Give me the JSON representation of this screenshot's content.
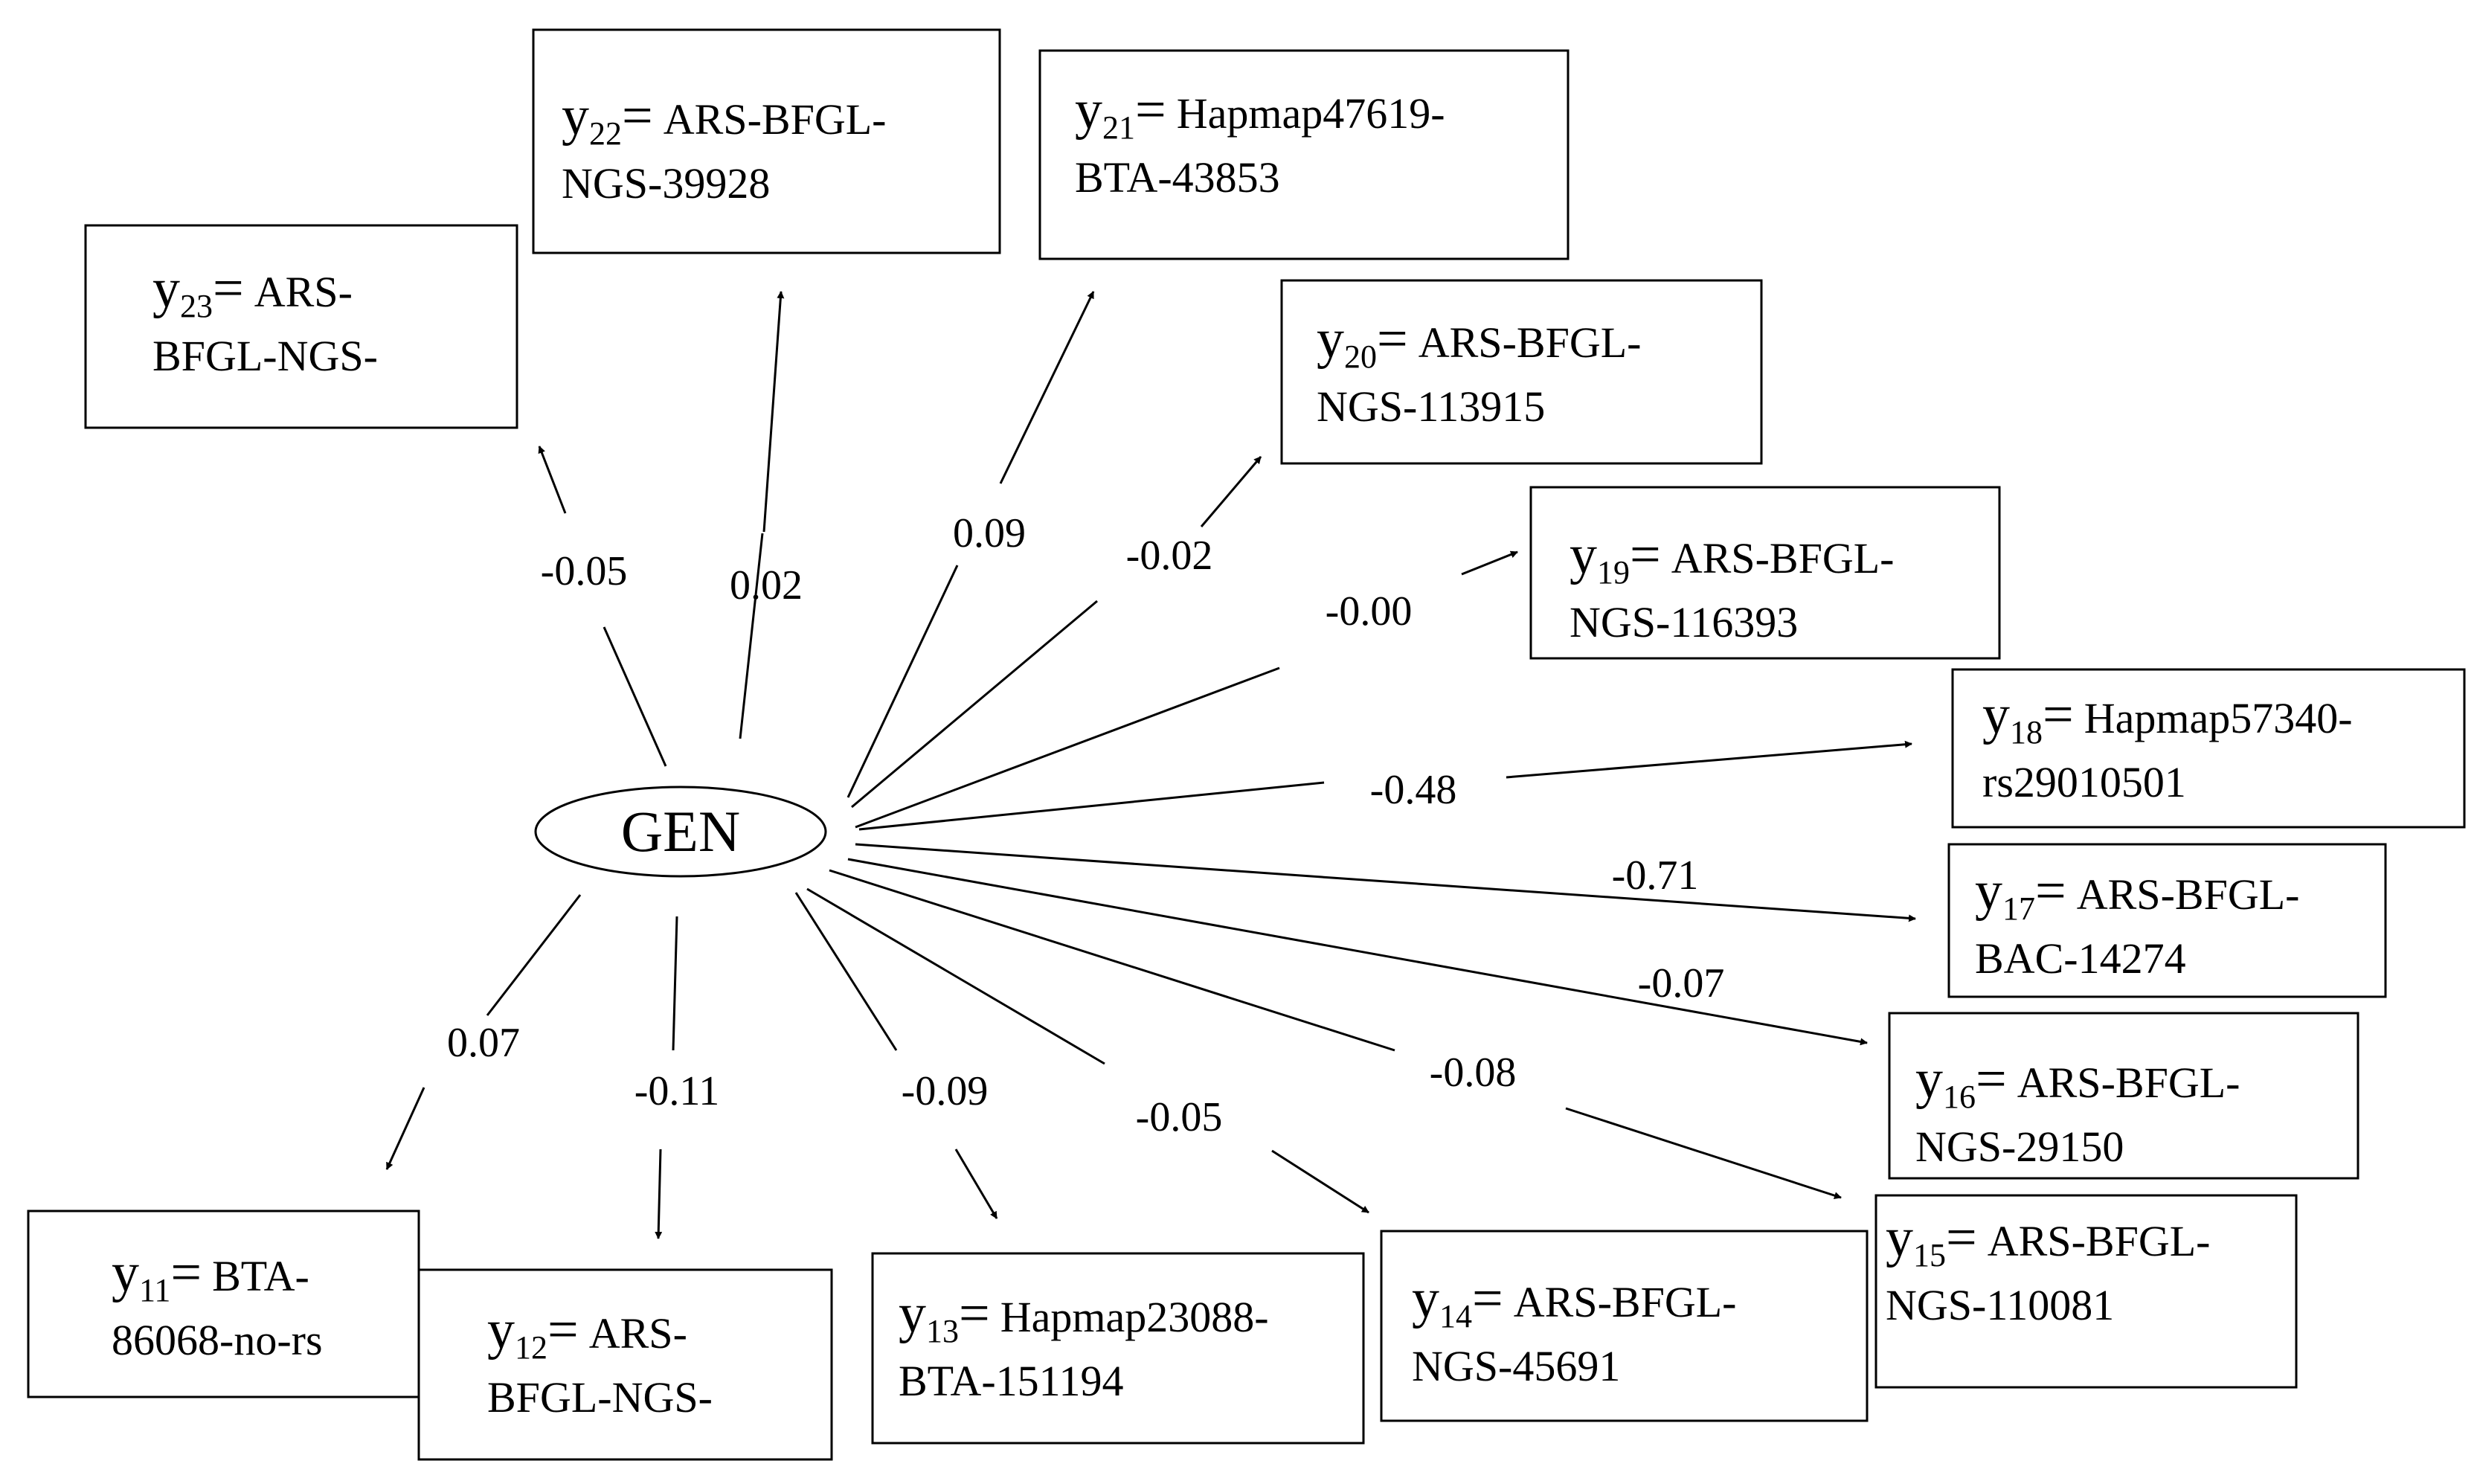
{
  "center": {
    "label": "GEN"
  },
  "nodes": [
    {
      "id": "y23",
      "index": "23",
      "line1": "ARS-",
      "line2": "BFGL-NGS-",
      "coef": "-0.05"
    },
    {
      "id": "y22",
      "index": "22",
      "line1": "ARS-BFGL-",
      "line2": "NGS-39928",
      "coef": "0.02"
    },
    {
      "id": "y21",
      "index": "21",
      "line1": "Hapmap47619-",
      "line2": "BTA-43853",
      "coef": "0.09"
    },
    {
      "id": "y20",
      "index": "20",
      "line1": "ARS-BFGL-",
      "line2": "NGS-113915",
      "coef": "-0.02"
    },
    {
      "id": "y19",
      "index": "19",
      "line1": "ARS-BFGL-",
      "line2": "NGS-116393",
      "coef": "-0.00"
    },
    {
      "id": "y18",
      "index": "18",
      "line1": "Hapmap57340-",
      "line2": "rs29010501",
      "coef": "-0.48"
    },
    {
      "id": "y17",
      "index": "17",
      "line1": "ARS-BFGL-",
      "line2": "BAC-14274",
      "coef": "-0.71"
    },
    {
      "id": "y16",
      "index": "16",
      "line1": "ARS-BFGL-",
      "line2": "NGS-29150",
      "coef": "-0.07"
    },
    {
      "id": "y15",
      "index": "15",
      "line1": "ARS-BFGL-",
      "line2": "NGS-110081",
      "coef": "-0.08"
    },
    {
      "id": "y14",
      "index": "14",
      "line1": "ARS-BFGL-",
      "line2": "NGS-45691",
      "coef": "-0.05"
    },
    {
      "id": "y13",
      "index": "13",
      "line1": "Hapmap23088-",
      "line2": "BTA-151194",
      "coef": "-0.09"
    },
    {
      "id": "y12",
      "index": "12",
      "line1": "ARS-",
      "line2": "BFGL-NGS-",
      "coef": "-0.11"
    },
    {
      "id": "y11",
      "index": "11",
      "line1": "BTA-",
      "line2": "86068-no-rs",
      "coef": "0.07"
    }
  ]
}
